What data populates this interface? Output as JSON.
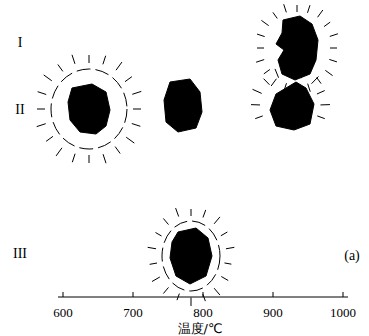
{
  "diagram": {
    "labels": [
      "I",
      "II",
      "III",
      "600",
      "700",
      "800",
      "900",
      "1000",
      "温度/℃",
      "(a)"
    ]
  }
}
